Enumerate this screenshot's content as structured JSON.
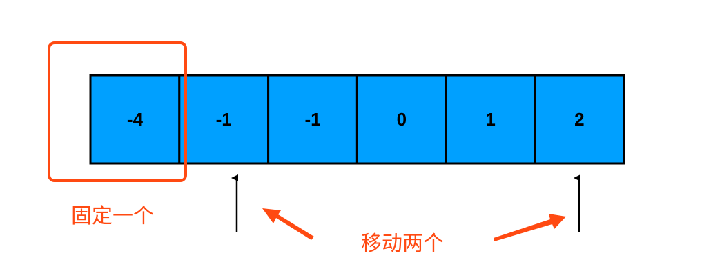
{
  "array": {
    "values": [
      "-4",
      "-1",
      "-1",
      "0",
      "1",
      "2"
    ]
  },
  "labels": {
    "fixed": "固定一个",
    "moving": "移动两个"
  },
  "colors": {
    "cell_fill": "#00A0FF",
    "highlight": "#FF4A12",
    "border": "#000000"
  }
}
